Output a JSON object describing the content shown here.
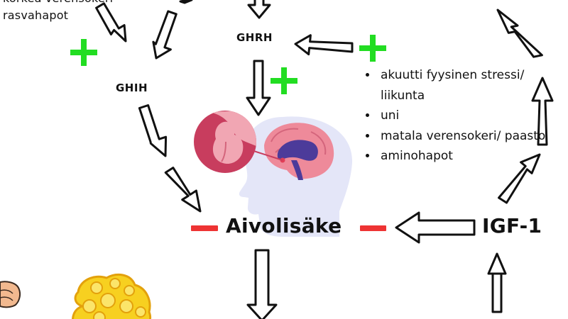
{
  "labels": {
    "top_left_line1": "korkea verensokeri",
    "top_left_line2": "rasvahapot",
    "ghrh": "GHRH",
    "ghih": "GHIH",
    "pituitary": "Aivolisäke",
    "igf1": "IGF-1"
  },
  "stimuli": [
    "akuutti fyysinen stressi/ liikunta",
    "uni",
    "matala verensokeri/ paasto",
    "aminohapot"
  ],
  "colors": {
    "plus": "#22dd22",
    "minus": "#ee3333",
    "arrow_stroke": "#111111",
    "head": "#e4e6f8",
    "brain": "#ee8a9a",
    "magnifier": "#c83d5e"
  },
  "icons": [
    "plus-icon",
    "minus-icon",
    "head-brain-icon",
    "fist-icon",
    "fat-cells-icon"
  ]
}
